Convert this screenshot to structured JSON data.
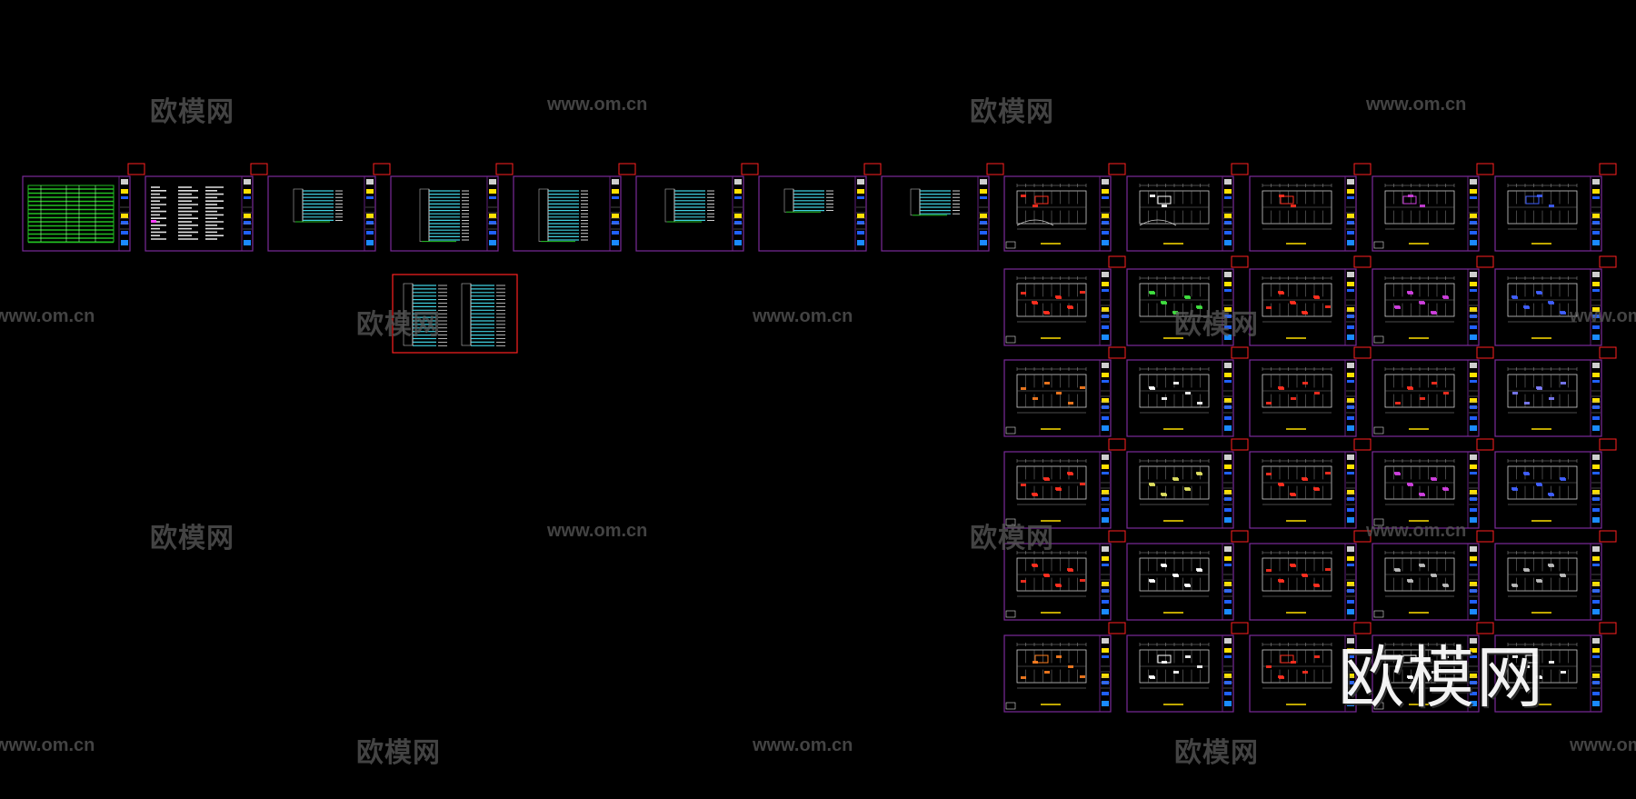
{
  "watermarks": {
    "brand_cn": "欧模网",
    "brand_url": "www.om.cn"
  },
  "sheet_rows": {
    "row1_schedule_sheets": 8,
    "plan_grid_columns": 5,
    "plan_grid_rows": 6
  },
  "colors": {
    "background": "#000000",
    "sheet_frame": "#7a2a9a",
    "corner_tab": "#ff2020",
    "watermark_text": "#5a5a5a",
    "schedule_green": "#22c022",
    "wire_cyan": "#40d0e0",
    "plan_red": "#ff3020",
    "plan_magenta": "#d040e0",
    "title_block_yellow": "#ffe000",
    "title_block_blue": "#2060ff"
  }
}
